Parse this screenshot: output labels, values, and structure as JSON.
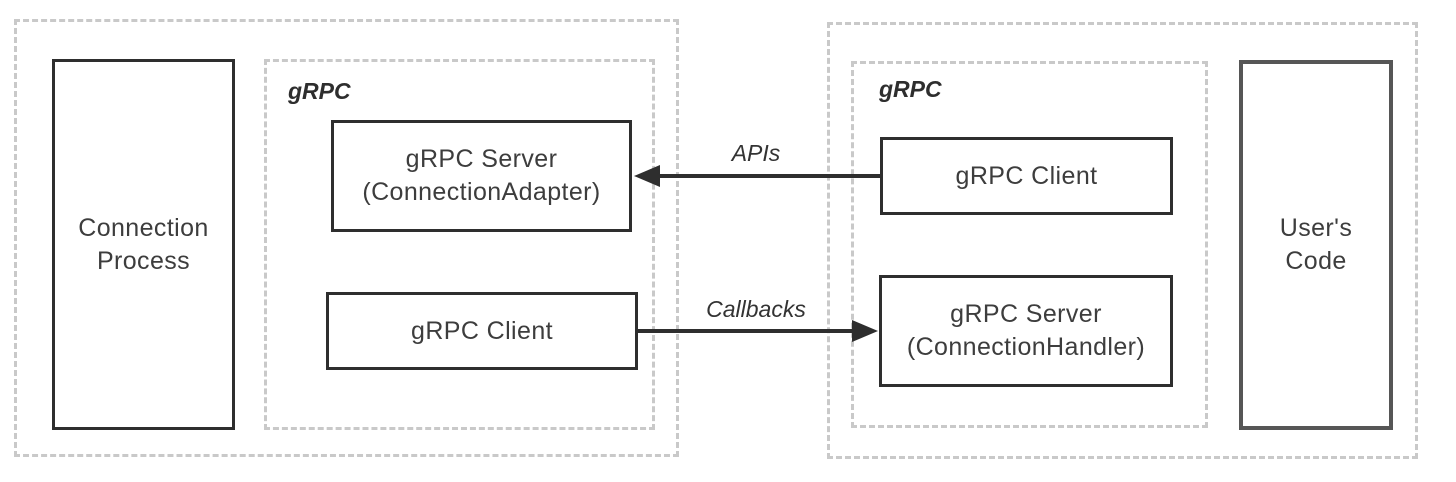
{
  "colors": {
    "background": "#ffffff",
    "dashed_border": "#c9c9c9",
    "solid_border": "#2e2e2e",
    "users_code_border": "#565656",
    "text": "#3d3d3d",
    "arrow": "#2e2e2e"
  },
  "left_group": {
    "process_box": {
      "line1": "Connection",
      "line2": "Process"
    },
    "grpc_container_label": "gRPC",
    "server_adapter_box": {
      "line1": "gRPC Server",
      "line2": "(ConnectionAdapter)"
    },
    "client_box_label": "gRPC Client"
  },
  "right_group": {
    "grpc_container_label": "gRPC",
    "client_box_label": "gRPC Client",
    "server_handler_box": {
      "line1": "gRPC Server",
      "line2": "(ConnectionHandler)"
    },
    "users_code_box": {
      "line1": "User's",
      "line2": "Code"
    }
  },
  "arrows": {
    "apis": {
      "label": "APIs",
      "direction": "left"
    },
    "callbacks": {
      "label": "Callbacks",
      "direction": "right"
    }
  }
}
